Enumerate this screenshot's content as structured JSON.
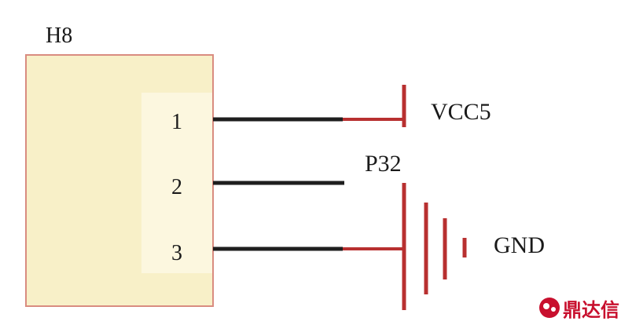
{
  "component": {
    "designator": "H8",
    "pins": [
      {
        "number": "1"
      },
      {
        "number": "2"
      },
      {
        "number": "3"
      }
    ]
  },
  "nets": {
    "vcc": "VCC5",
    "gnd": "GND",
    "connector": "P32"
  },
  "watermark": {
    "text": "鼎达信"
  },
  "colors": {
    "body_fill": "#f8f0c8",
    "body_border": "#d98c80",
    "wire_black": "#1e1e1e",
    "wire_red": "#b83030",
    "watermark_red": "#c8102e"
  }
}
